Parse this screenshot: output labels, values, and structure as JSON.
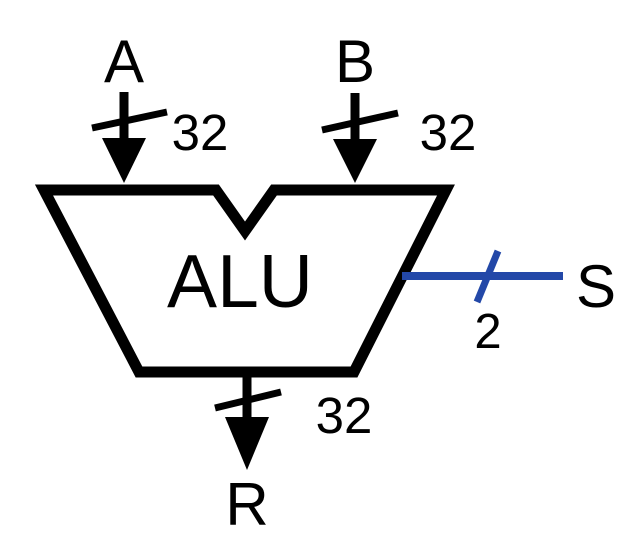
{
  "component": {
    "label": "ALU"
  },
  "inputs": [
    {
      "label": "A",
      "bus_width": "32"
    },
    {
      "label": "B",
      "bus_width": "32"
    }
  ],
  "control": {
    "label": "S",
    "bus_width": "2"
  },
  "output": {
    "label": "R",
    "bus_width": "32"
  },
  "colors": {
    "data_path": "#000000",
    "control_path": "#2348a8",
    "background": "#ffffff"
  }
}
